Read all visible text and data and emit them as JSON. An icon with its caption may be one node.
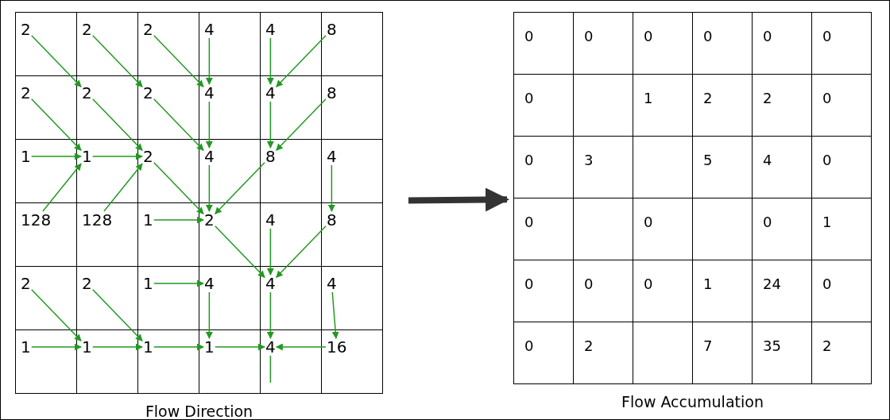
{
  "diagram": {
    "nodes": [
      {
        "text": [
          "Flow Direction"
        ]
      },
      {
        "text": [
          "2"
        ],
        "in": 0
      },
      {
        "text": [
          "2"
        ],
        "in": 0
      },
      {
        "text": [
          "2"
        ],
        "in": 0
      },
      {
        "text": [
          "4"
        ],
        "in": 0
      },
      {
        "text": [
          "4"
        ],
        "in": 0
      },
      {
        "text": [
          "8"
        ],
        "in": 0
      },
      {
        "text": [
          "2"
        ],
        "in": 0
      },
      {
        "text": [
          "2"
        ],
        "in": 0
      },
      {
        "text": [
          "2"
        ],
        "in": 0
      },
      {
        "text": [
          "4"
        ],
        "in": 0
      },
      {
        "text": [
          "4"
        ],
        "in": 0
      },
      {
        "text": [
          "8"
        ],
        "in": 0
      },
      {
        "text": [
          "1"
        ],
        "in": 0
      },
      {
        "text": [
          "1"
        ],
        "in": 0
      },
      {
        "text": [
          "2"
        ],
        "in": 0
      },
      {
        "text": [
          "4"
        ],
        "in": 0
      },
      {
        "text": [
          "8"
        ],
        "in": 0
      },
      {
        "text": [
          "4"
        ],
        "in": 0
      },
      {
        "text": [
          "128"
        ],
        "in": 0
      },
      {
        "text": [
          "128"
        ],
        "in": 0
      },
      {
        "text": [
          "1"
        ],
        "in": 0
      },
      {
        "text": [
          "2"
        ],
        "in": 0
      },
      {
        "text": [
          "4"
        ],
        "in": 0
      },
      {
        "text": [
          "8"
        ],
        "in": 0
      },
      {
        "text": [
          "2"
        ],
        "in": 0
      },
      {
        "text": [
          "2"
        ],
        "in": 0
      },
      {
        "text": [
          "1"
        ],
        "in": 0
      },
      {
        "text": [
          "4"
        ],
        "in": 0
      },
      {
        "text": [
          "4"
        ],
        "in": 0
      },
      {
        "text": [
          "4"
        ],
        "in": 0
      },
      {
        "text": [
          "1"
        ],
        "in": 0
      },
      {
        "text": [
          "1"
        ],
        "in": 0
      },
      {
        "text": [
          "1"
        ],
        "in": 0
      },
      {
        "text": [
          "1"
        ],
        "in": 0
      },
      {
        "text": [
          "4"
        ],
        "in": 0
      },
      {
        "text": [
          "16"
        ],
        "in": 0
      },
      {
        "text": [
          "Flow Accumulation"
        ]
      },
      {
        "text": [
          "0"
        ],
        "in": 37
      },
      {
        "text": [
          "0"
        ],
        "in": 37
      },
      {
        "text": [
          "0"
        ],
        "in": 37
      },
      {
        "text": [
          "0"
        ],
        "in": 37
      },
      {
        "text": [
          "0"
        ],
        "in": 37
      },
      {
        "text": [
          "0"
        ],
        "in": 37
      },
      {
        "text": [
          "0"
        ],
        "in": 37
      },
      {
        "text": [
          "1"
        ],
        "in": 37
      },
      {
        "text": [
          "2"
        ],
        "in": 37
      },
      {
        "text": [
          "2"
        ],
        "in": 37
      },
      {
        "text": [
          "0"
        ],
        "in": 37
      },
      {
        "text": [
          "0"
        ],
        "in": 37
      },
      {
        "text": [
          "3"
        ],
        "in": 37
      },
      {
        "text": [
          "5"
        ],
        "in": 37
      },
      {
        "text": [
          "4"
        ],
        "in": 37
      },
      {
        "text": [
          "0"
        ],
        "in": 37
      },
      {
        "text": [
          "0"
        ],
        "in": 37
      },
      {
        "text": [
          "0"
        ],
        "in": 37
      },
      {
        "text": [
          "0"
        ],
        "in": 37
      },
      {
        "text": [
          "1"
        ],
        "in": 37
      },
      {
        "text": [
          "0"
        ],
        "in": 37
      },
      {
        "text": [
          "0"
        ],
        "in": 37
      },
      {
        "text": [
          "0"
        ],
        "in": 37
      },
      {
        "text": [
          "1"
        ],
        "in": 37
      },
      {
        "text": [
          "24"
        ],
        "in": 37
      },
      {
        "text": [
          "0"
        ],
        "in": 37
      },
      {
        "text": [
          "0"
        ],
        "in": 37
      },
      {
        "text": [
          "2"
        ],
        "in": 37
      },
      {
        "text": [
          "7"
        ],
        "in": 37
      },
      {
        "text": [
          "35"
        ],
        "in": 37
      },
      {
        "text": [
          "2"
        ],
        "in": 37
      }
    ],
    "edges": [
      {
        "from": 1,
        "to": 8,
        "arrow": "to"
      },
      {
        "from": 2,
        "to": 9,
        "arrow": "to"
      },
      {
        "from": 3,
        "to": 10,
        "arrow": "to"
      },
      {
        "from": 4,
        "to": 10,
        "arrow": "to"
      },
      {
        "from": 5,
        "to": 11,
        "arrow": "to"
      },
      {
        "from": 6,
        "to": 11,
        "arrow": "to"
      },
      {
        "from": 7,
        "to": 14,
        "arrow": "to"
      },
      {
        "from": 8,
        "to": 15,
        "arrow": "to"
      },
      {
        "from": 9,
        "to": 16,
        "arrow": "to"
      },
      {
        "from": 10,
        "to": 16,
        "arrow": "to"
      },
      {
        "from": 11,
        "to": 17,
        "arrow": "to"
      },
      {
        "from": 12,
        "to": 17,
        "arrow": "to"
      },
      {
        "from": 13,
        "to": 14,
        "arrow": "to"
      },
      {
        "from": 14,
        "to": 15,
        "arrow": "to"
      },
      {
        "from": 15,
        "to": 22,
        "arrow": "to"
      },
      {
        "from": 16,
        "to": 22,
        "arrow": "to"
      },
      {
        "from": 17,
        "to": 22,
        "arrow": "to"
      },
      {
        "from": 18,
        "to": 24,
        "arrow": "to"
      },
      {
        "from": 19,
        "to": 14,
        "arrow": "to"
      },
      {
        "from": 20,
        "to": 15,
        "arrow": "to"
      },
      {
        "from": 21,
        "to": 22,
        "arrow": "to"
      },
      {
        "from": 22,
        "to": 29,
        "arrow": "to"
      },
      {
        "from": 23,
        "to": 29,
        "arrow": "to"
      },
      {
        "from": 24,
        "to": 29,
        "arrow": "to"
      },
      {
        "from": 25,
        "to": 32,
        "arrow": "to"
      },
      {
        "from": 26,
        "to": 33,
        "arrow": "to"
      },
      {
        "from": 27,
        "to": 28,
        "arrow": "to"
      },
      {
        "from": 28,
        "to": 34,
        "arrow": "to"
      },
      {
        "from": 29,
        "to": 35,
        "arrow": "to"
      },
      {
        "from": 30,
        "to": 36,
        "arrow": "to"
      },
      {
        "from": 31,
        "to": 32,
        "arrow": "to"
      },
      {
        "from": 32,
        "to": 33,
        "arrow": "to"
      },
      {
        "from": 33,
        "to": 34,
        "arrow": "to"
      },
      {
        "from": 34,
        "to": 35,
        "arrow": "to"
      },
      {
        "from": 35,
        "to": null,
        "arrow": "none"
      },
      {
        "from": 36,
        "to": 35,
        "arrow": "to"
      },
      {
        "from": 0,
        "to": 37,
        "arrow": "to",
        "style": "thick",
        "color": "#333333"
      }
    ]
  }
}
